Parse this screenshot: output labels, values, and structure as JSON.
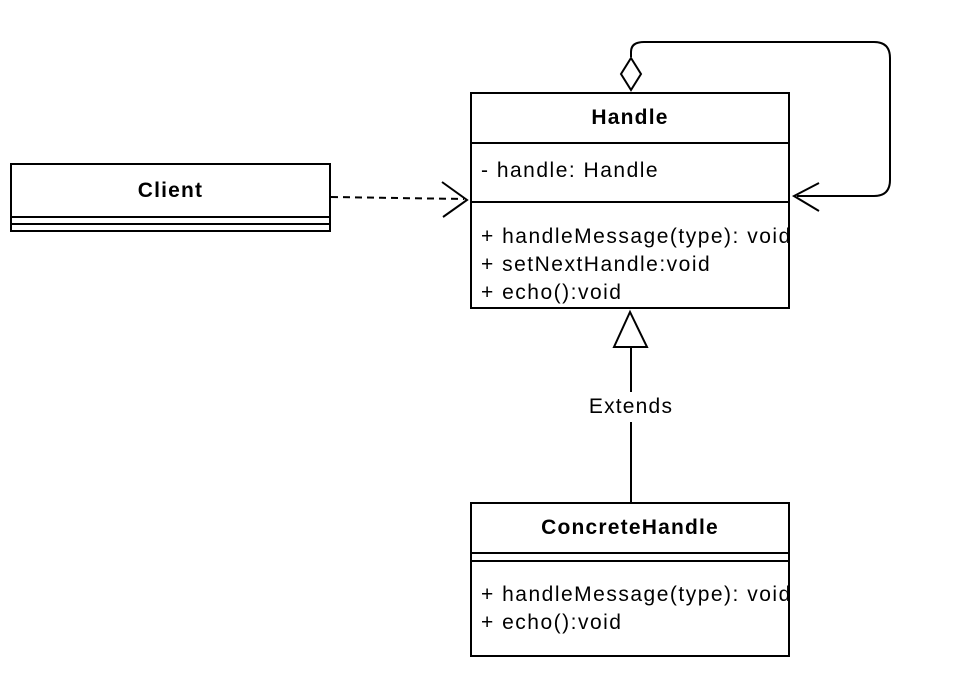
{
  "canvas": {
    "background_color": "#ffffff",
    "line_color": "#000000"
  },
  "classes": {
    "client": {
      "title": "Client",
      "attributes": [],
      "methods": []
    },
    "handle": {
      "title": "Handle",
      "attributes": [
        "- handle: Handle"
      ],
      "methods": [
        "+ handleMessage(type): void",
        "+ setNextHandle:void",
        "+ echo():void"
      ]
    },
    "concrete_handle": {
      "title": "ConcreteHandle",
      "attributes": [],
      "methods": [
        "+ handleMessage(type): void",
        "+ echo():void"
      ]
    }
  },
  "relationships": {
    "client_to_handle": {
      "from": "Client",
      "to": "Handle",
      "style": "dashed-open-arrow"
    },
    "handle_self_aggregation": {
      "from": "Handle",
      "to": "Handle",
      "style": "self-loop-open-diamond"
    },
    "concrete_to_handle": {
      "from": "ConcreteHandle",
      "to": "Handle",
      "label": "Extends",
      "style": "hollow-triangle"
    }
  }
}
